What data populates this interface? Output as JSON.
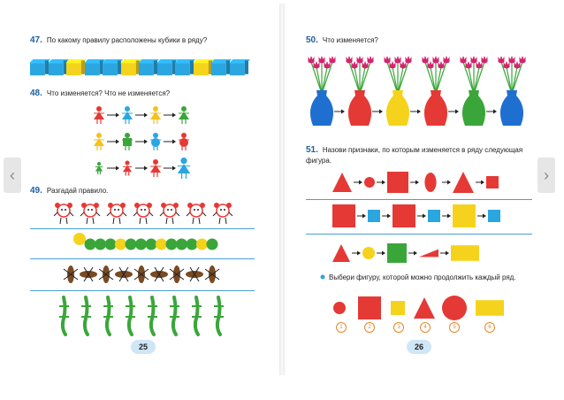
{
  "left_page": {
    "page_number": "25",
    "ex47": {
      "number": "47.",
      "text": "По какому правилу расположены кубики в ряду?"
    },
    "ex48": {
      "number": "48.",
      "text": "Что изменяется? Что не изменяется?"
    },
    "ex49": {
      "number": "49.",
      "text": "Разгадай правило."
    }
  },
  "right_page": {
    "page_number": "26",
    "ex50": {
      "number": "50.",
      "text": "Что изменяется?"
    },
    "ex51": {
      "number": "51.",
      "text": "Назови признаки, по которым изменяется в ряду следующая фигура."
    },
    "bullet": "Выбери фигуру, которой можно продолжить каждый ряд.",
    "options": [
      "1",
      "2",
      "3",
      "4",
      "5",
      "6"
    ]
  },
  "colors": {
    "blue": "#2aa6e0",
    "yellow": "#f5d31c",
    "red": "#e53935",
    "green": "#3aa63a",
    "line": "#4a9fd8"
  },
  "cube_colors": [
    "blue",
    "blue",
    "yellow",
    "blue",
    "blue",
    "yellow",
    "blue",
    "blue",
    "blue",
    "yellow",
    "blue",
    "blue"
  ],
  "nav": {
    "prev": "‹",
    "next": "›"
  }
}
